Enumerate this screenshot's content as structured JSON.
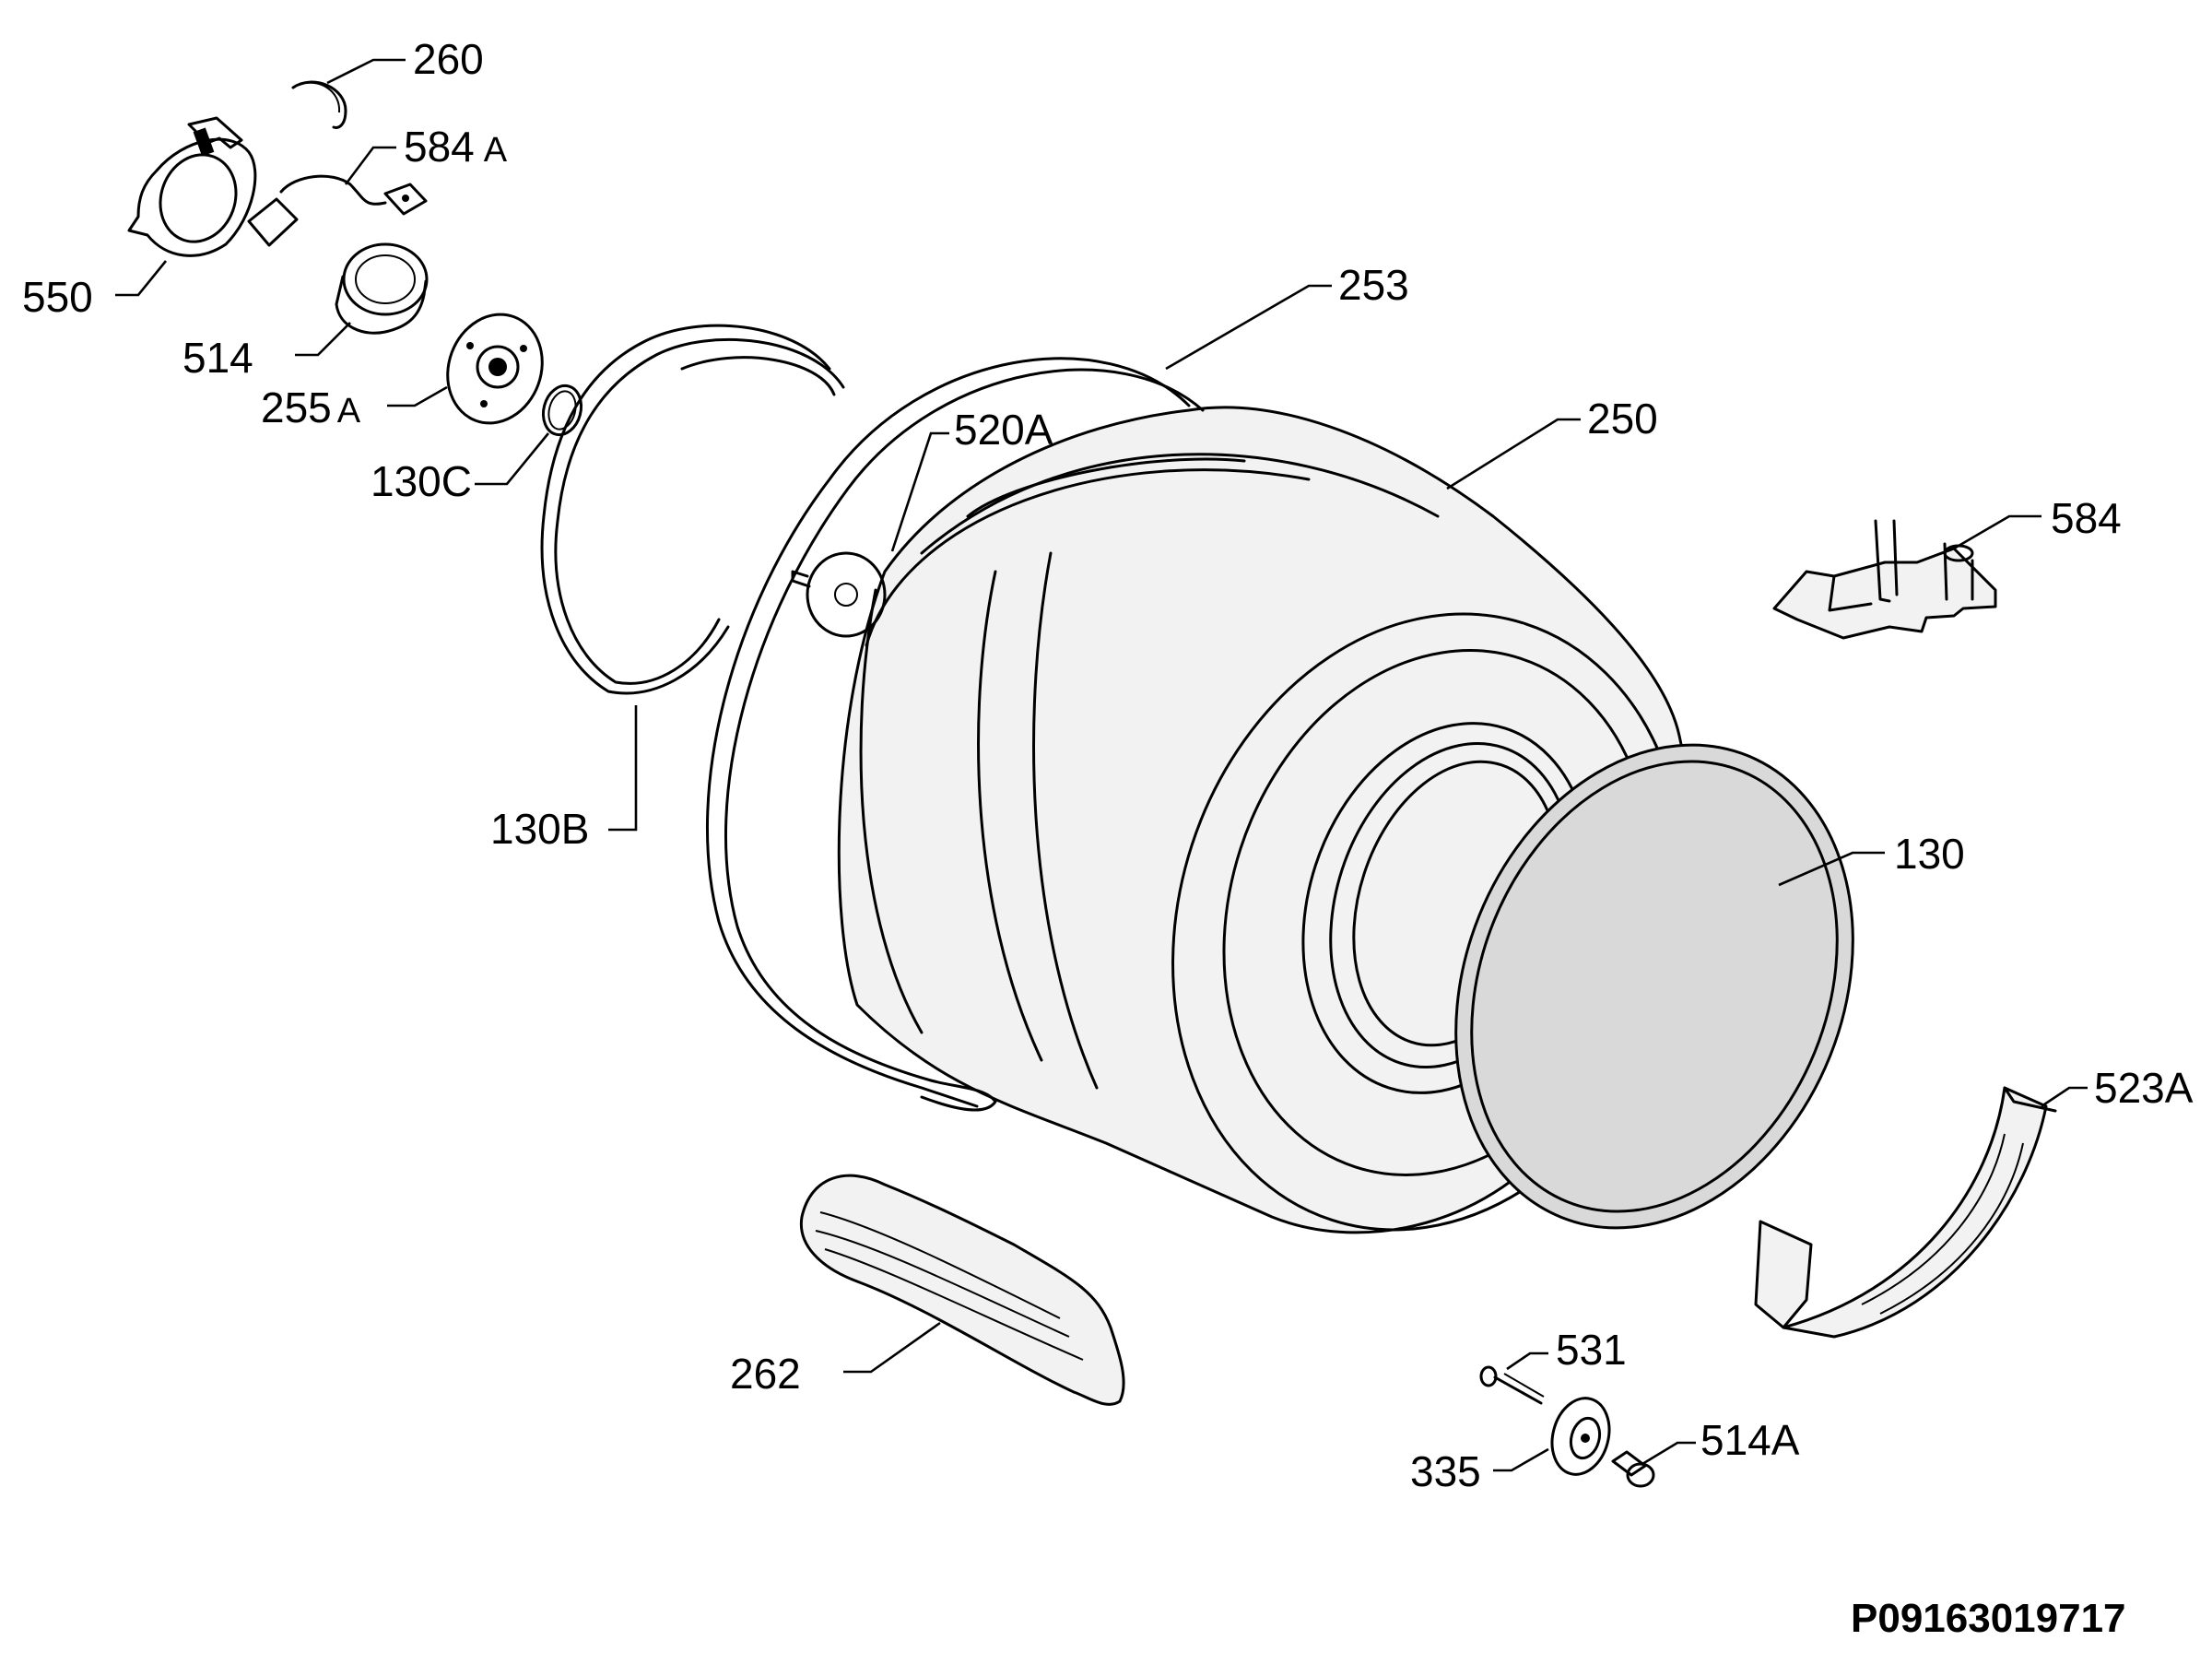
{
  "drawing_code": "P09163019717",
  "labels": {
    "p260": "260",
    "p584a": "584",
    "p584a_suffix": "A",
    "p550": "550",
    "p514": "514",
    "p255a": "255",
    "p255a_suffix": "A",
    "p130c": "130C",
    "p253": "253",
    "p520a": "520A",
    "p250": "250",
    "p584": "584",
    "p130b": "130B",
    "p130": "130",
    "p523a": "523A",
    "p531": "531",
    "p262": "262",
    "p514a": "514A",
    "p335": "335"
  }
}
